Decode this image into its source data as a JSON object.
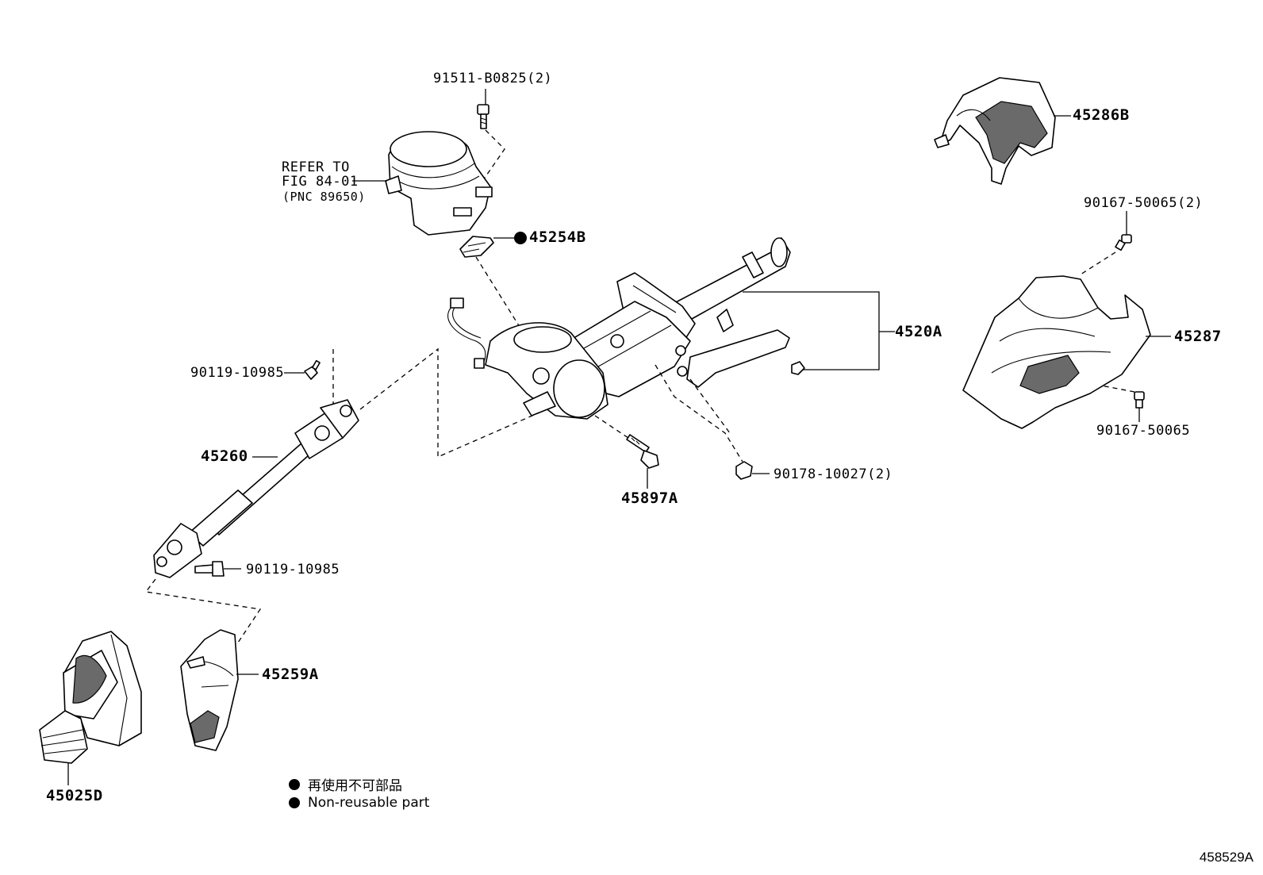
{
  "labels": {
    "bolt_91511": "91511-B0825(2)",
    "refer_line1": "REFER TO",
    "refer_line2": "FIG 84-01",
    "refer_line3": "(PNC 89650)",
    "p45254B": "45254B",
    "p90119_upper": "90119-10985",
    "p45260": "45260",
    "p90119_lower": "90119-10985",
    "p45259A": "45259A",
    "p45025D": "45025D",
    "p45897A": "45897A",
    "p90178": "90178-10027(2)",
    "p4520A": "4520A",
    "p45286B": "45286B",
    "p90167_2": "90167-50065(2)",
    "p45287": "45287",
    "p90167": "90167-50065"
  },
  "legend": {
    "line1": "再使用不可部品",
    "line2": "Non-reusable part"
  },
  "image_code": "458529A"
}
